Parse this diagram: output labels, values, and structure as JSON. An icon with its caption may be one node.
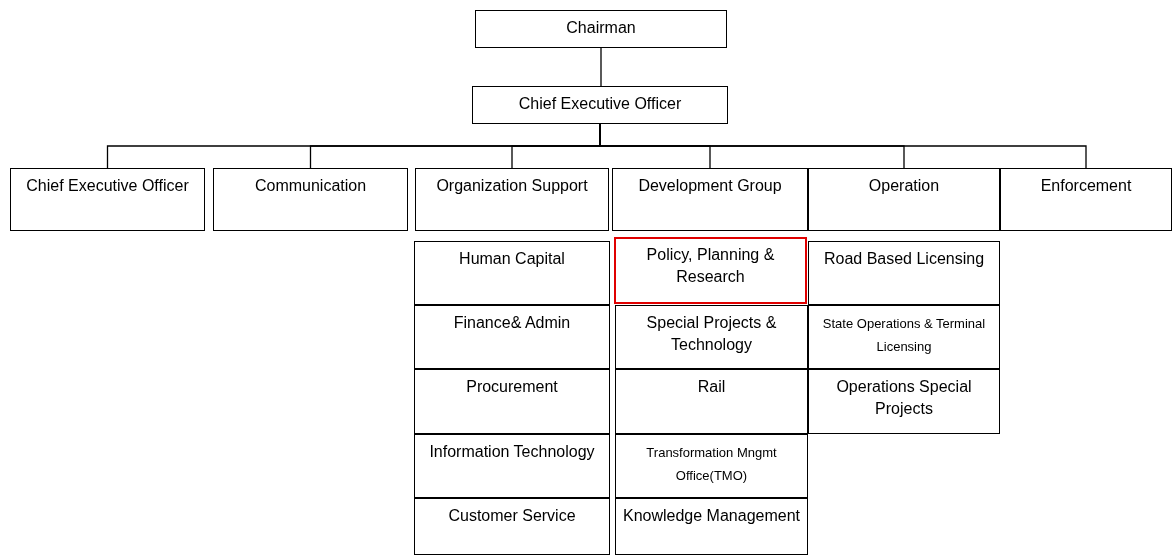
{
  "diagram": {
    "nodes": [
      {
        "text": [
          "Chairman"
        ]
      },
      {
        "text": [
          "Chief Executive Officer"
        ]
      },
      {
        "text": [
          "Chief Executive Officer"
        ]
      },
      {
        "text": [
          "Communication"
        ]
      },
      {
        "text": [
          "Organization Support"
        ]
      },
      {
        "text": [
          "Development Group"
        ]
      },
      {
        "text": [
          "Operation"
        ]
      },
      {
        "text": [
          "Enforcement"
        ]
      },
      {
        "text": [
          "Human Capital"
        ]
      },
      {
        "text": [
          "Policy, Planning & Research"
        ]
      },
      {
        "text": [
          "Road Based Licensing"
        ]
      },
      {
        "text": [
          "Finance& Admin"
        ]
      },
      {
        "text": [
          "Special Projects & Technology"
        ]
      },
      {
        "text": [
          "State Operations & Terminal Licensing"
        ]
      },
      {
        "text": [
          "Procurement"
        ]
      },
      {
        "text": [
          "Rail"
        ]
      },
      {
        "text": [
          "Operations Special Projects"
        ]
      },
      {
        "text": [
          "Information Technology"
        ]
      },
      {
        "text": [
          "Transformation Mngmt Office(TMO)"
        ]
      },
      {
        "text": [
          "Customer Service"
        ]
      },
      {
        "text": [
          "Knowledge Management"
        ]
      }
    ],
    "edges": [
      {
        "from": 0,
        "to": 1,
        "arrow": "none"
      },
      {
        "from": 1,
        "to": 2,
        "arrow": "none"
      },
      {
        "from": 1,
        "to": 3,
        "arrow": "none"
      },
      {
        "from": 1,
        "to": 4,
        "arrow": "none"
      },
      {
        "from": 1,
        "to": 5,
        "arrow": "none"
      },
      {
        "from": 1,
        "to": 6,
        "arrow": "none"
      },
      {
        "from": 1,
        "to": 7,
        "arrow": "none"
      }
    ]
  }
}
